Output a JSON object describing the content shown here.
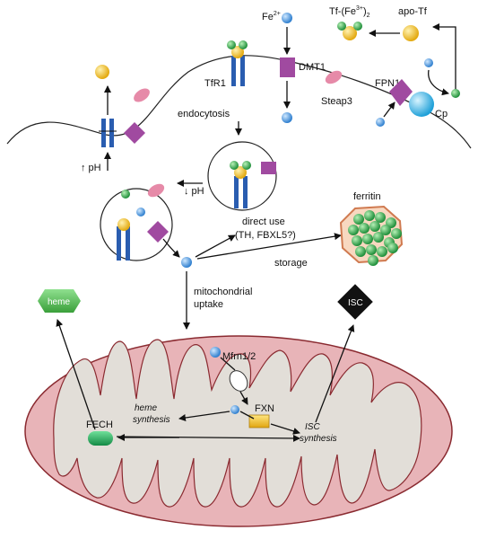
{
  "labels": {
    "fe2": "Fe",
    "fe2_charge": "2+",
    "tf_fe": "Tf-(Fe",
    "tf_fe_charge": "3+",
    "tf_fe_close": ")",
    "tf_fe_sub": "2",
    "apo_tf": "apo-Tf",
    "dmt1": "DMT1",
    "tfr1": "TfR1",
    "steap3": "Steap3",
    "fpn1": "FPN1",
    "cp": "Cp",
    "endocytosis": "endocytosis",
    "ph_up": "↑ pH",
    "ph_down": "↓ pH",
    "direct_use_1": "direct use",
    "direct_use_2": "(TH, FBXL5?)",
    "ferritin": "ferritin",
    "storage": "storage",
    "mito_uptake_1": "mitochondrial",
    "mito_uptake_2": "uptake",
    "heme": "heme",
    "isc": "ISC",
    "mfrn": "Mfrn1/2",
    "fech": "FECH",
    "fxn": "FXN",
    "heme_syn_1": "heme",
    "heme_syn_2": "synthesis",
    "isc_syn_1": "ISC",
    "isc_syn_2": "synthesis"
  },
  "colors": {
    "iron_blue": "#3b8fd6",
    "transferrin_yellow": "#f2c12e",
    "iron_green": "#2fa44a",
    "receptor_blue": "#2a5db0",
    "dmt1_purple": "#a04aa0",
    "steap3_pink": "#e68aa8",
    "cp_cyan": "#33b8e8",
    "ferritin_fill": "#f8d8c0",
    "ferritin_border": "#d07a50",
    "mito_outer": "#e8b4b8",
    "mito_border": "#8a2a30",
    "mito_matrix": "#e2ded8",
    "heme_green": "#4fb84f",
    "isc_black": "#111111",
    "fech_green": "#1fa35a",
    "fxn_yellow": "#f2c230"
  }
}
